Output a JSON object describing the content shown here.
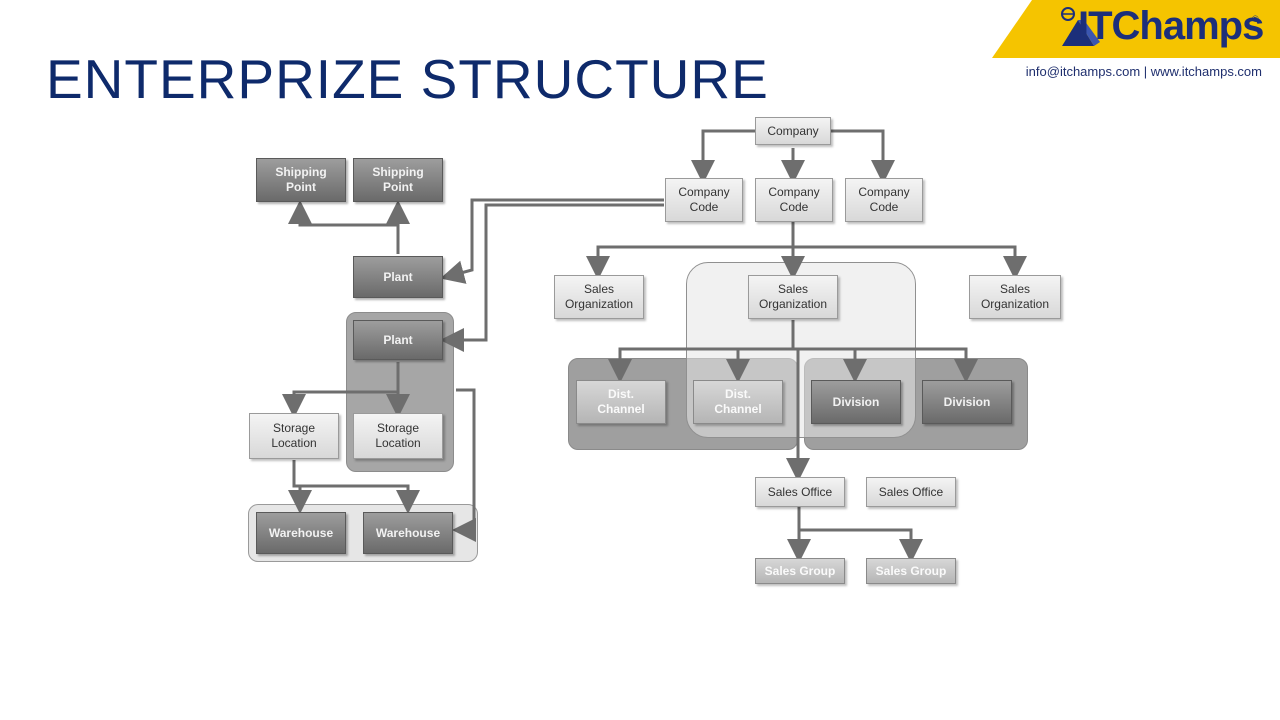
{
  "title": "ENTERPRIZE STRUCTURE",
  "contact": "info@itchamps.com | www.itchamps.com",
  "logo": {
    "text": "ITChamps",
    "registered": "®",
    "icon": "globe-pyramid-icon",
    "accent": "#f5c400",
    "brand": "#1c2f7a"
  },
  "nodes": {
    "company": "Company",
    "company_code_1": "Company Code",
    "company_code_2": "Company Code",
    "company_code_3": "Company Code",
    "sales_org_1": "Sales Organization",
    "sales_org_2": "Sales Organization",
    "sales_org_3": "Sales Organization",
    "dist_channel_1": "Dist. Channel",
    "dist_channel_2": "Dist. Channel",
    "division_1": "Division",
    "division_2": "Division",
    "sales_office_1": "Sales Office",
    "sales_office_2": "Sales Office",
    "sales_group_1": "Sales Group",
    "sales_group_2": "Sales Group",
    "shipping_point_1": "Shipping Point",
    "shipping_point_2": "Shipping Point",
    "plant_1": "Plant",
    "plant_2": "Plant",
    "storage_location_1": "Storage Location",
    "storage_location_2": "Storage Location",
    "warehouse_1": "Warehouse",
    "warehouse_2": "Warehouse"
  }
}
